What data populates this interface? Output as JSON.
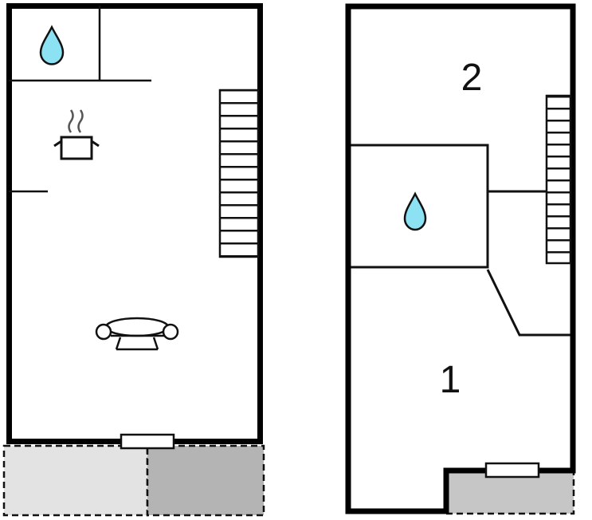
{
  "title": "two-storey-floor-plan",
  "colors": {
    "wall": "#000000",
    "line": "#111111",
    "steam": "#555555",
    "drop_fill": "#8ce1f2",
    "terrace_light": "#e3e3e3",
    "terrace_dark": "#b4b4b4",
    "terrace_right": "#c6c6c6",
    "background": "#ffffff"
  },
  "left_plan": {
    "icons": {
      "shower_drop": "water-drop",
      "stove": "pot-with-steam",
      "stairs": "staircase-treads",
      "sofa": "sofa",
      "window": "window-opening"
    }
  },
  "right_plan": {
    "room_upper_label": "2",
    "room_lower_label": "1",
    "icons": {
      "shower_drop": "water-drop",
      "stairs": "staircase-treads",
      "window": "window-opening"
    }
  }
}
